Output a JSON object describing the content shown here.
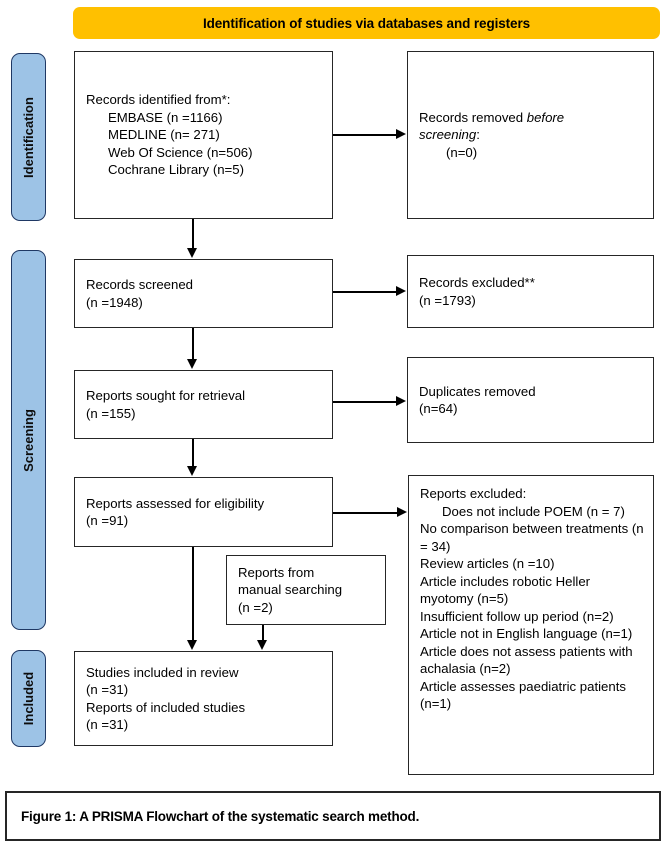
{
  "figure": {
    "banner_title": "Identification of studies via databases and registers",
    "caption": "Figure 1: A PRISMA Flowchart of the systematic search method.",
    "colors": {
      "banner": "#FFC000",
      "stage_label_fill": "#9DC3E6",
      "stage_label_border": "#1F3864",
      "box_border": "#262626",
      "text": "#000000"
    }
  },
  "stages": [
    {
      "id": "identification",
      "label": "Identification"
    },
    {
      "id": "screening",
      "label": "Screening"
    },
    {
      "id": "included",
      "label": "Included"
    }
  ],
  "boxes": {
    "identified": {
      "lines": [
        "Records identified from*:",
        "EMBASE (n =1166)",
        "MEDLINE (n= 271)",
        "Web Of Science (n=506)",
        "Cochrane Library (n=5)"
      ]
    },
    "removed": {
      "line1_a": "Records removed ",
      "line1_b": "before",
      "line2_b": "screening",
      "line2_a": ":",
      "line3": "(n=0)"
    },
    "screened": {
      "lines": [
        "Records screened",
        "(n =1948)"
      ]
    },
    "excluded": {
      "lines": [
        "Records excluded**",
        "(n =1793)"
      ]
    },
    "sought": {
      "lines": [
        "Reports sought for retrieval",
        "(n =155)"
      ]
    },
    "duplicates": {
      "lines": [
        "Duplicates removed",
        "(n=64)"
      ]
    },
    "eligibility": {
      "lines": [
        "Reports assessed for eligibility",
        "(n =91)"
      ]
    },
    "manual": {
      "lines": [
        "Reports from",
        "manual searching",
        "(n =2)"
      ]
    },
    "included": {
      "lines": [
        "Studies included in review",
        "(n =31)",
        "Reports of included studies",
        "(n =31)"
      ]
    },
    "reports_excluded": {
      "heading": "Reports excluded:",
      "reasons": [
        "Does not include POEM (n = 7)",
        "No comparison between treatments (n = 34)",
        "Review articles (n =10)",
        "Article includes robotic Heller myotomy (n=5)",
        "Insufficient follow up period (n=2)",
        "Article not in English language (n=1)",
        "Article does not assess patients with achalasia (n=2)",
        "Article assesses paediatric patients (n=1)"
      ]
    }
  }
}
